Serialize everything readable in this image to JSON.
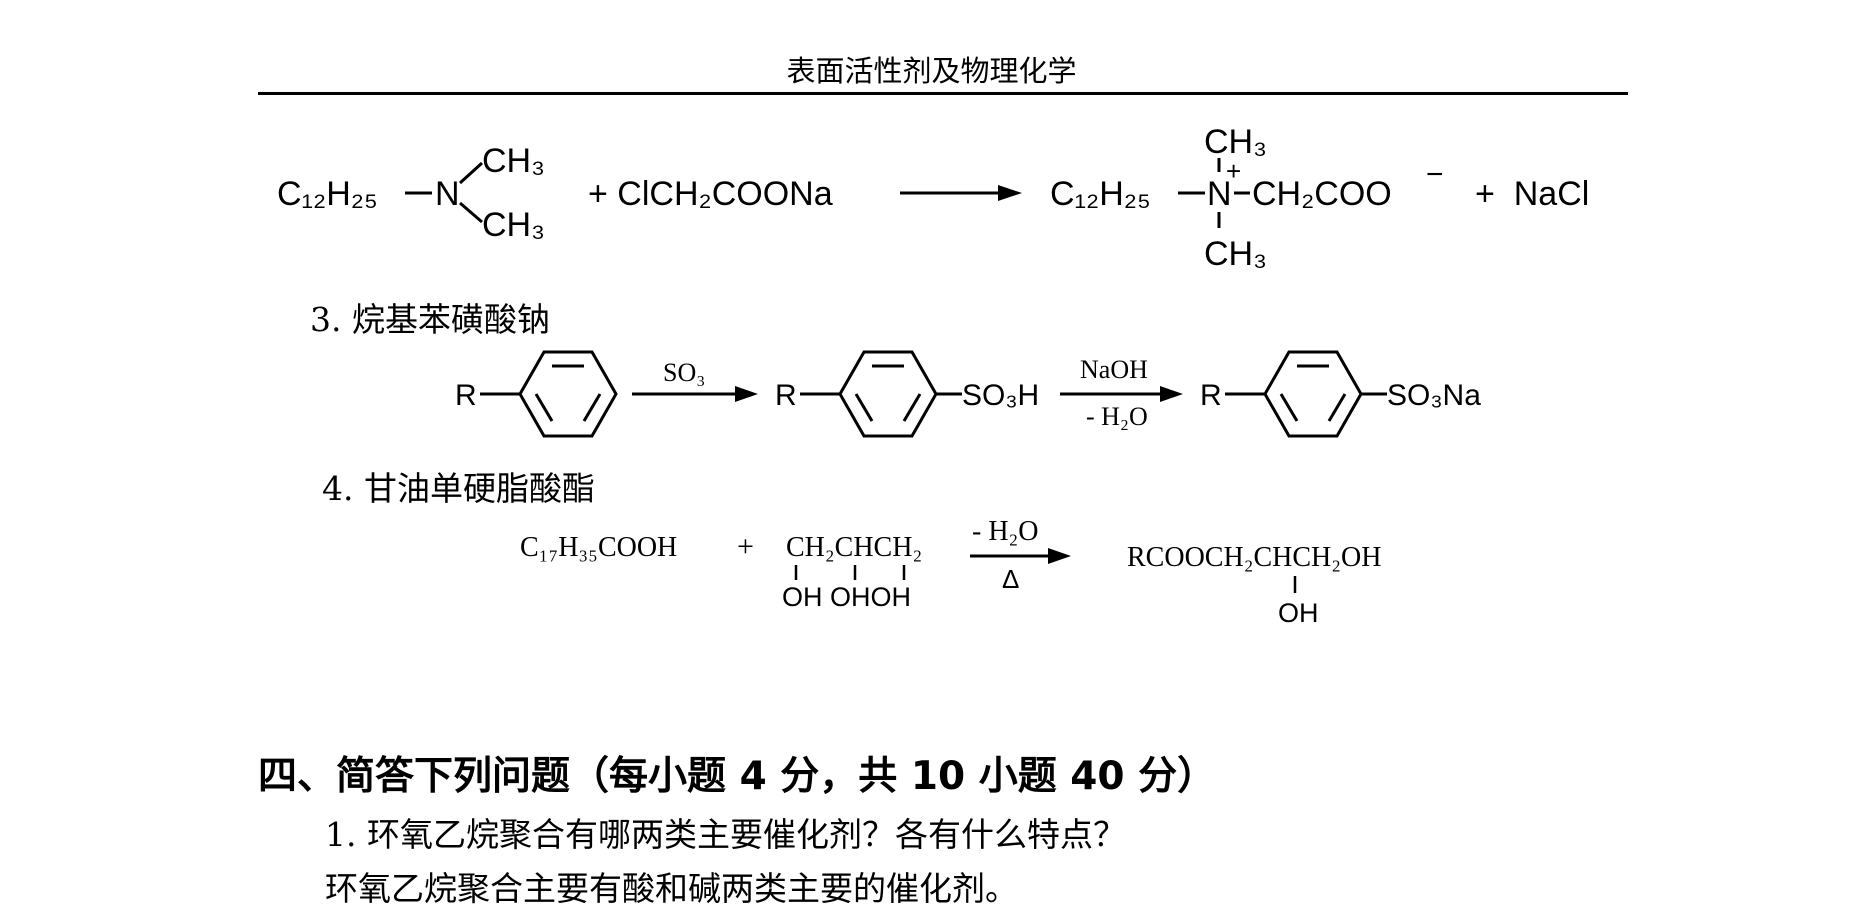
{
  "header": {
    "title": "表面活性剂及物理化学"
  },
  "reaction1": {
    "reactant": "C₁₂H₂₅",
    "n_label": "N",
    "methyl": "CH₃",
    "reagent": "+ ClCH₂COONa",
    "product_chain": "C₁₂H₂₅",
    "product_n": "N",
    "plus_charge": "+",
    "product_tail": "CH₂COO",
    "minus_charge": "−",
    "byproduct": "+  NaCl"
  },
  "item3": {
    "title": "3. 烷基苯磺酸钠",
    "r_label": "R",
    "reagent": "SO₃",
    "mid_group": "SO₃H",
    "reagent2_top": "NaOH",
    "reagent2_bottom": "- H₂O",
    "final_group": "SO₃Na"
  },
  "item4": {
    "title": "4. 甘油单硬脂酸酯",
    "acid": "C₁₇H₃₅COOH",
    "plus": "+",
    "glycerol": "CH₂CHCH₂",
    "glycerol_oh": "OH OHOH",
    "cond_top": "- H₂O",
    "cond_bottom": "Δ",
    "product": "RCOOCH₂CHCH₂OH",
    "product_oh": "OH"
  },
  "section4": {
    "title": "四、简答下列问题（每小题 4 分，共 10 小题 40 分）",
    "q1": "1. 环氧乙烷聚合有哪两类主要催化剂？各有什么特点？",
    "a1": "环氧乙烷聚合主要有酸和碱两类主要的催化剂。"
  }
}
